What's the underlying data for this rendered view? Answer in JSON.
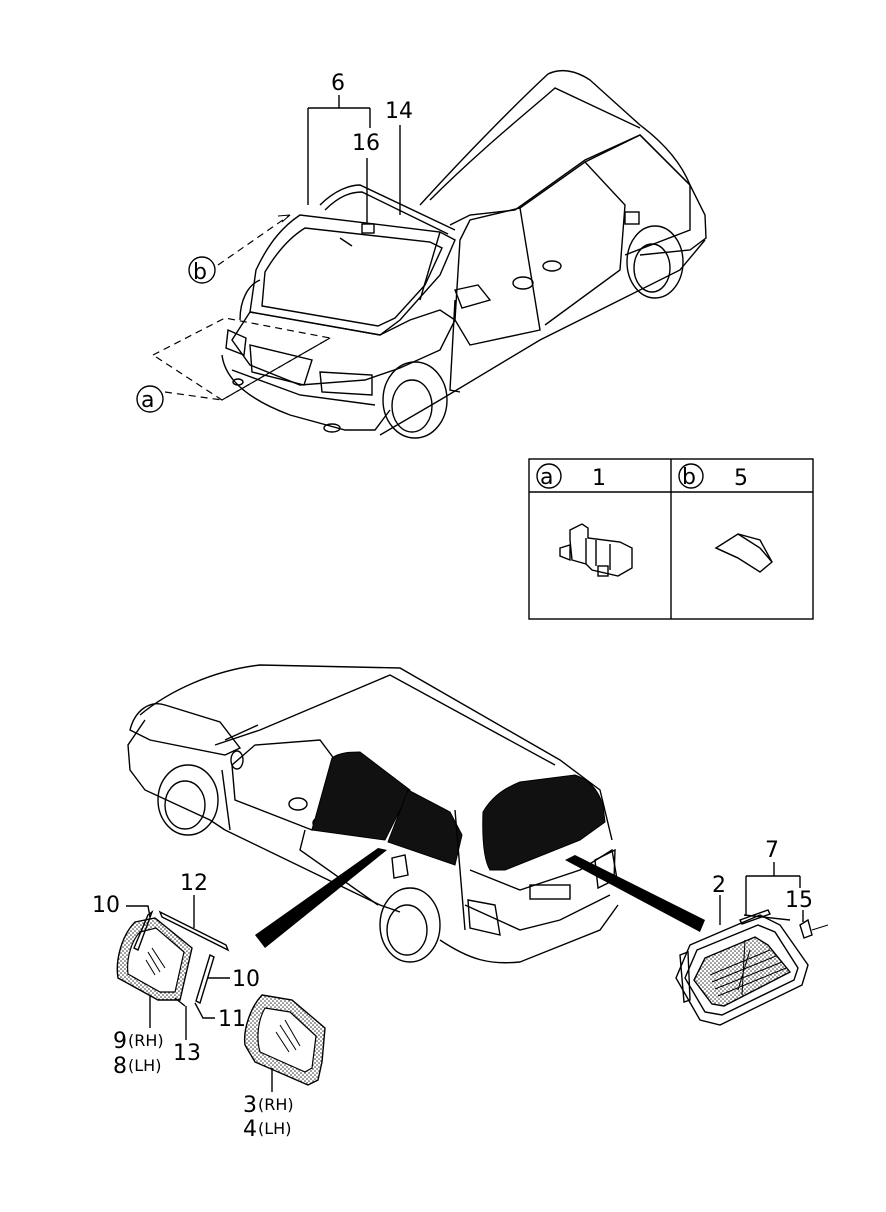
{
  "callouts": {
    "c6": "6",
    "c14": "14",
    "c16": "16",
    "c_b_top": "b",
    "c_a_top": "a",
    "c12": "12",
    "c10_left": "10",
    "c10_right": "10",
    "c11": "11",
    "c13": "13",
    "c9": "9",
    "c9_suffix": "(RH)",
    "c8": "8",
    "c8_suffix": "(LH)",
    "c3": "3",
    "c3_suffix": "(RH)",
    "c4": "4",
    "c4_suffix": "(LH)",
    "c2": "2",
    "c7": "7",
    "c15": "15"
  },
  "legend_table": {
    "cell_a_letter": "a",
    "cell_a_part": "1",
    "cell_b_letter": "b",
    "cell_b_part": "5"
  }
}
